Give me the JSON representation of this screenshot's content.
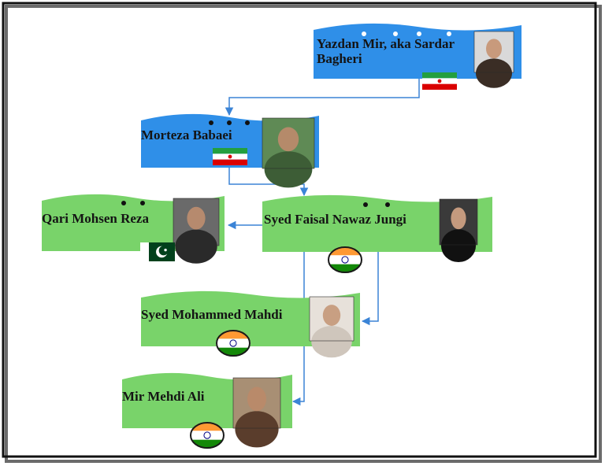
{
  "colors": {
    "blue_node": "#2f8fe8",
    "green_node": "#79d36a",
    "connector": "#3b84d6",
    "frame": "#111111",
    "frame_shadow": "#6b6b6b"
  },
  "nodes": [
    {
      "id": "yazdan-mir",
      "name": "Yazdan Mir, aka Sardar Bagheri",
      "color": "blue",
      "flag": "iran-flag",
      "photo": "portrait-photo",
      "dots": 4
    },
    {
      "id": "morteza-babaei",
      "name": "Morteza Babaei",
      "color": "blue",
      "flag": "iran-flag",
      "photo": "portrait-photo",
      "dots": 3
    },
    {
      "id": "qari-mohsen-reza",
      "name": "Qari Mohsen Reza",
      "color": "green",
      "flag": "pakistan-flag",
      "photo": "portrait-photo",
      "dots": 2
    },
    {
      "id": "syed-faisal-nawaz-jungi",
      "name": "Syed Faisal Nawaz Jungi",
      "color": "green",
      "flag": "india-flag",
      "photo": "portrait-photo",
      "dots": 2
    },
    {
      "id": "syed-mohammed-mahdi",
      "name": "Syed Mohammed Mahdi",
      "color": "green",
      "flag": "india-flag",
      "photo": "portrait-photo",
      "dots": 0
    },
    {
      "id": "mir-mehdi-ali",
      "name": "Mir Mehdi Ali",
      "color": "green",
      "flag": "india-flag",
      "photo": "portrait-photo",
      "dots": 0
    }
  ],
  "links": [
    {
      "from": "yazdan-mir",
      "to": "morteza-babaei"
    },
    {
      "from": "morteza-babaei",
      "to": "syed-faisal-nawaz-jungi"
    },
    {
      "from": "syed-faisal-nawaz-jungi",
      "to": "qari-mohsen-reza"
    },
    {
      "from": "syed-faisal-nawaz-jungi",
      "to": "syed-mohammed-mahdi"
    },
    {
      "from": "syed-faisal-nawaz-jungi",
      "to": "mir-mehdi-ali"
    }
  ]
}
